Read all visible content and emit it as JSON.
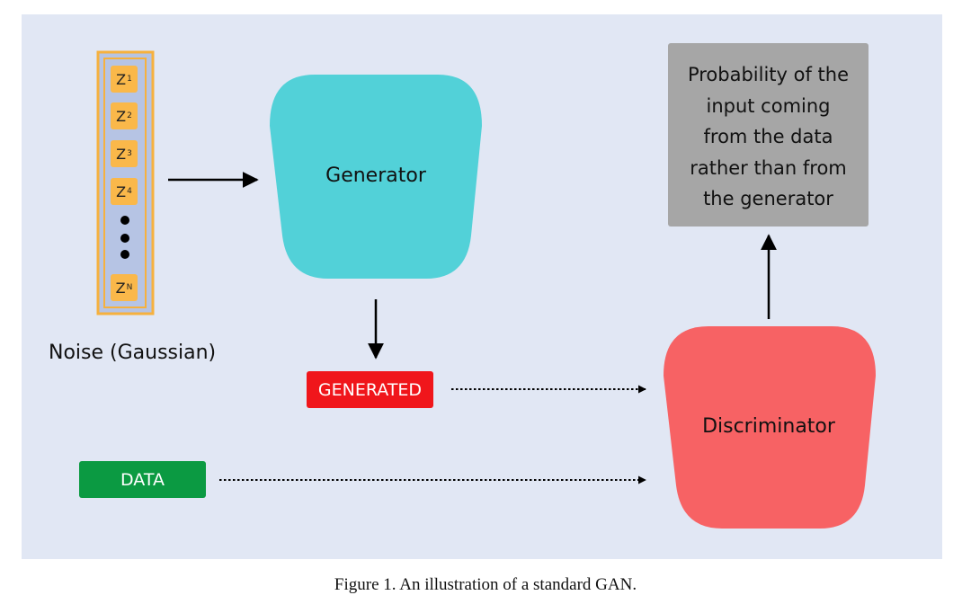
{
  "noise": {
    "tiles": [
      {
        "main": "Z",
        "sub": "1"
      },
      {
        "main": "Z",
        "sub": "2"
      },
      {
        "main": "Z",
        "sub": "3"
      },
      {
        "main": "Z",
        "sub": "4"
      },
      {
        "main": "Z",
        "sub": "N"
      }
    ],
    "label": "Noise (Gaussian)"
  },
  "generator": {
    "label": "Generator",
    "color": "#52d1d8"
  },
  "generated_tag": {
    "label": "GENERATED",
    "color": "#f0161b"
  },
  "data_tag": {
    "label": "DATA",
    "color": "#0b9a42"
  },
  "discriminator": {
    "label": "Discriminator",
    "color": "#f76264"
  },
  "output_box": {
    "lines": [
      "Probability of the",
      "input coming",
      "from the data",
      "rather than from",
      "the generator"
    ],
    "color": "#a6a6a6"
  },
  "caption": "Figure 1.  An illustration of a standard GAN."
}
